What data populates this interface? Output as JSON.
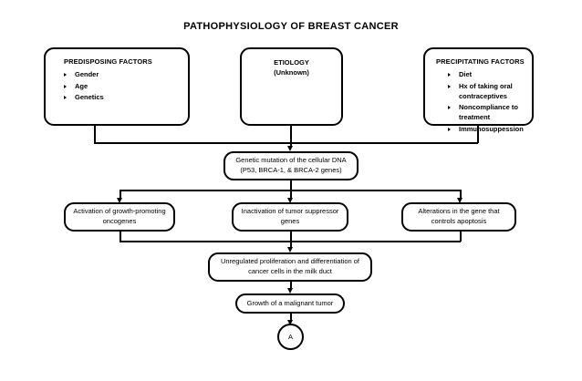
{
  "page": {
    "title": "PATHOPHYSIOLOGY OF BREAST CANCER",
    "background_color": "#ffffff",
    "line_color": "#000000"
  },
  "nodes": {
    "predisposing": {
      "heading": "PREDISPOSING FACTORS",
      "items": [
        "Gender",
        "Age",
        "Genetics"
      ]
    },
    "etiology": {
      "line1": "ETIOLOGY",
      "line2": "(Unknown)"
    },
    "precipitating": {
      "heading": "PRECIPITATING FACTORS",
      "items": [
        "Diet",
        "Hx of taking oral contraceptives",
        "Noncompliance to treatment",
        "Immunosuppession"
      ]
    },
    "mutation": {
      "line1": "Genetic mutation of the cellular DNA",
      "line2": "(P53, BRCA-1, & BRCA-2 genes)"
    },
    "oncogenes": {
      "text": "Activation of growth-promoting oncogenes"
    },
    "suppressor": {
      "text": "Inactivation of tumor suppressor genes"
    },
    "apoptosis": {
      "text": "Alterations in the gene that controls apoptosis"
    },
    "proliferation": {
      "text": "Unregulated proliferation and differentiation of cancer cells in the milk duct"
    },
    "tumor": {
      "text": "Growth of a malignant tumor"
    },
    "connector": {
      "label": "A"
    }
  }
}
